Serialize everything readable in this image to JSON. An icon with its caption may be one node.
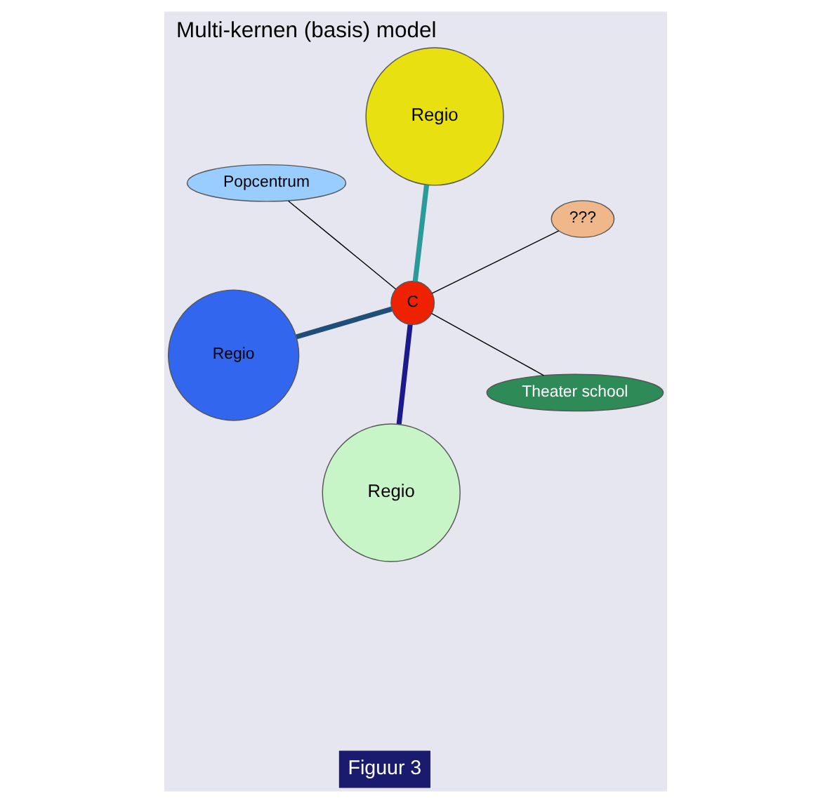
{
  "diagram": {
    "title": "Multi-kernen (basis) model",
    "caption": "Figuur 3",
    "nodes": [
      {
        "text": [
          "Regio"
        ]
      },
      {
        "text": [
          "???"
        ]
      },
      {
        "text": [
          "Theater school"
        ]
      },
      {
        "text": [
          "Regio"
        ]
      },
      {
        "text": [
          "C"
        ]
      },
      {
        "text": [
          "Popcentrum"
        ]
      },
      {
        "text": [
          "Regio"
        ]
      }
    ],
    "edges": [
      {
        "from": 0,
        "to": 4,
        "arrow": "none",
        "style": "thick",
        "color": "#1f4e79"
      },
      {
        "from": 1,
        "to": 4,
        "arrow": "none"
      },
      {
        "from": 2,
        "to": 4,
        "arrow": "none"
      },
      {
        "from": 3,
        "to": 4,
        "arrow": "none",
        "style": "thick",
        "color": "#2a9a9a"
      },
      {
        "from": 4,
        "to": 6,
        "arrow": "none",
        "style": "thick",
        "color": "#1a1a8c"
      },
      {
        "from": 4,
        "to": 5,
        "arrow": "none"
      }
    ]
  }
}
